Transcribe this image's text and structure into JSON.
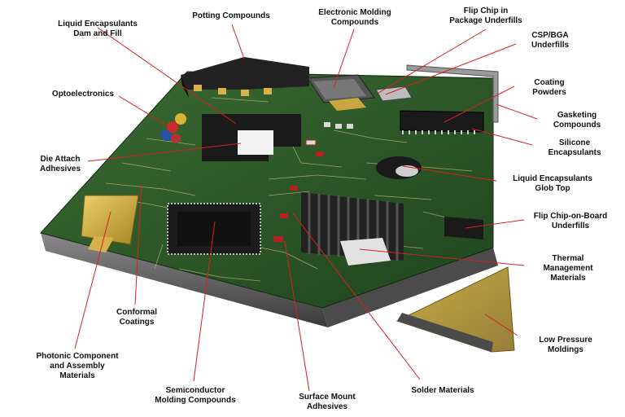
{
  "labels": {
    "potting": {
      "lines": [
        "Potting Compounds"
      ]
    },
    "liquid_dam": {
      "lines": [
        "Liquid Encapsulants",
        "Dam and Fill"
      ]
    },
    "emc": {
      "lines": [
        "Electronic Molding",
        "Compounds"
      ]
    },
    "flip_pkg": {
      "lines": [
        "Flip Chip in",
        "Package Underfills"
      ]
    },
    "csp": {
      "lines": [
        "CSP/BGA",
        "Underfills"
      ]
    },
    "coating_powders": {
      "lines": [
        "Coating",
        "Powders"
      ]
    },
    "gasketing": {
      "lines": [
        "Gasketing",
        "Compounds"
      ]
    },
    "silicone": {
      "lines": [
        "Silicone",
        "Encapsulants"
      ]
    },
    "optoelectronics": {
      "lines": [
        "Optoelectronics"
      ]
    },
    "die_attach": {
      "lines": [
        "Die Attach",
        "Adhesives"
      ]
    },
    "glob_top": {
      "lines": [
        "Liquid Encapsulants",
        "Glob Top"
      ]
    },
    "flip_board": {
      "lines": [
        "Flip Chip-on-Board",
        "Underfills"
      ]
    },
    "thermal": {
      "lines": [
        "Thermal",
        "Management",
        "Materials"
      ]
    },
    "conformal": {
      "lines": [
        "Conformal",
        "Coatings"
      ]
    },
    "low_pressure": {
      "lines": [
        "Low Pressure",
        "Moldings"
      ]
    },
    "photonic": {
      "lines": [
        "Photonic Component",
        "and Assembly",
        "Materials"
      ]
    },
    "semiconductor": {
      "lines": [
        "Semiconductor",
        "Molding Compounds"
      ]
    },
    "smt": {
      "lines": [
        "Surface Mount",
        "Adhesives"
      ]
    },
    "solder": {
      "lines": [
        "Solder Materials"
      ]
    }
  },
  "colors": {
    "board": "#2e5a2a",
    "board_dark": "#1c3a1a",
    "trace": "#c8c07a",
    "leader": "#d62020",
    "chip": "#1a1a1a",
    "gold": "#c9a640",
    "edge": "#6a6a6a"
  }
}
